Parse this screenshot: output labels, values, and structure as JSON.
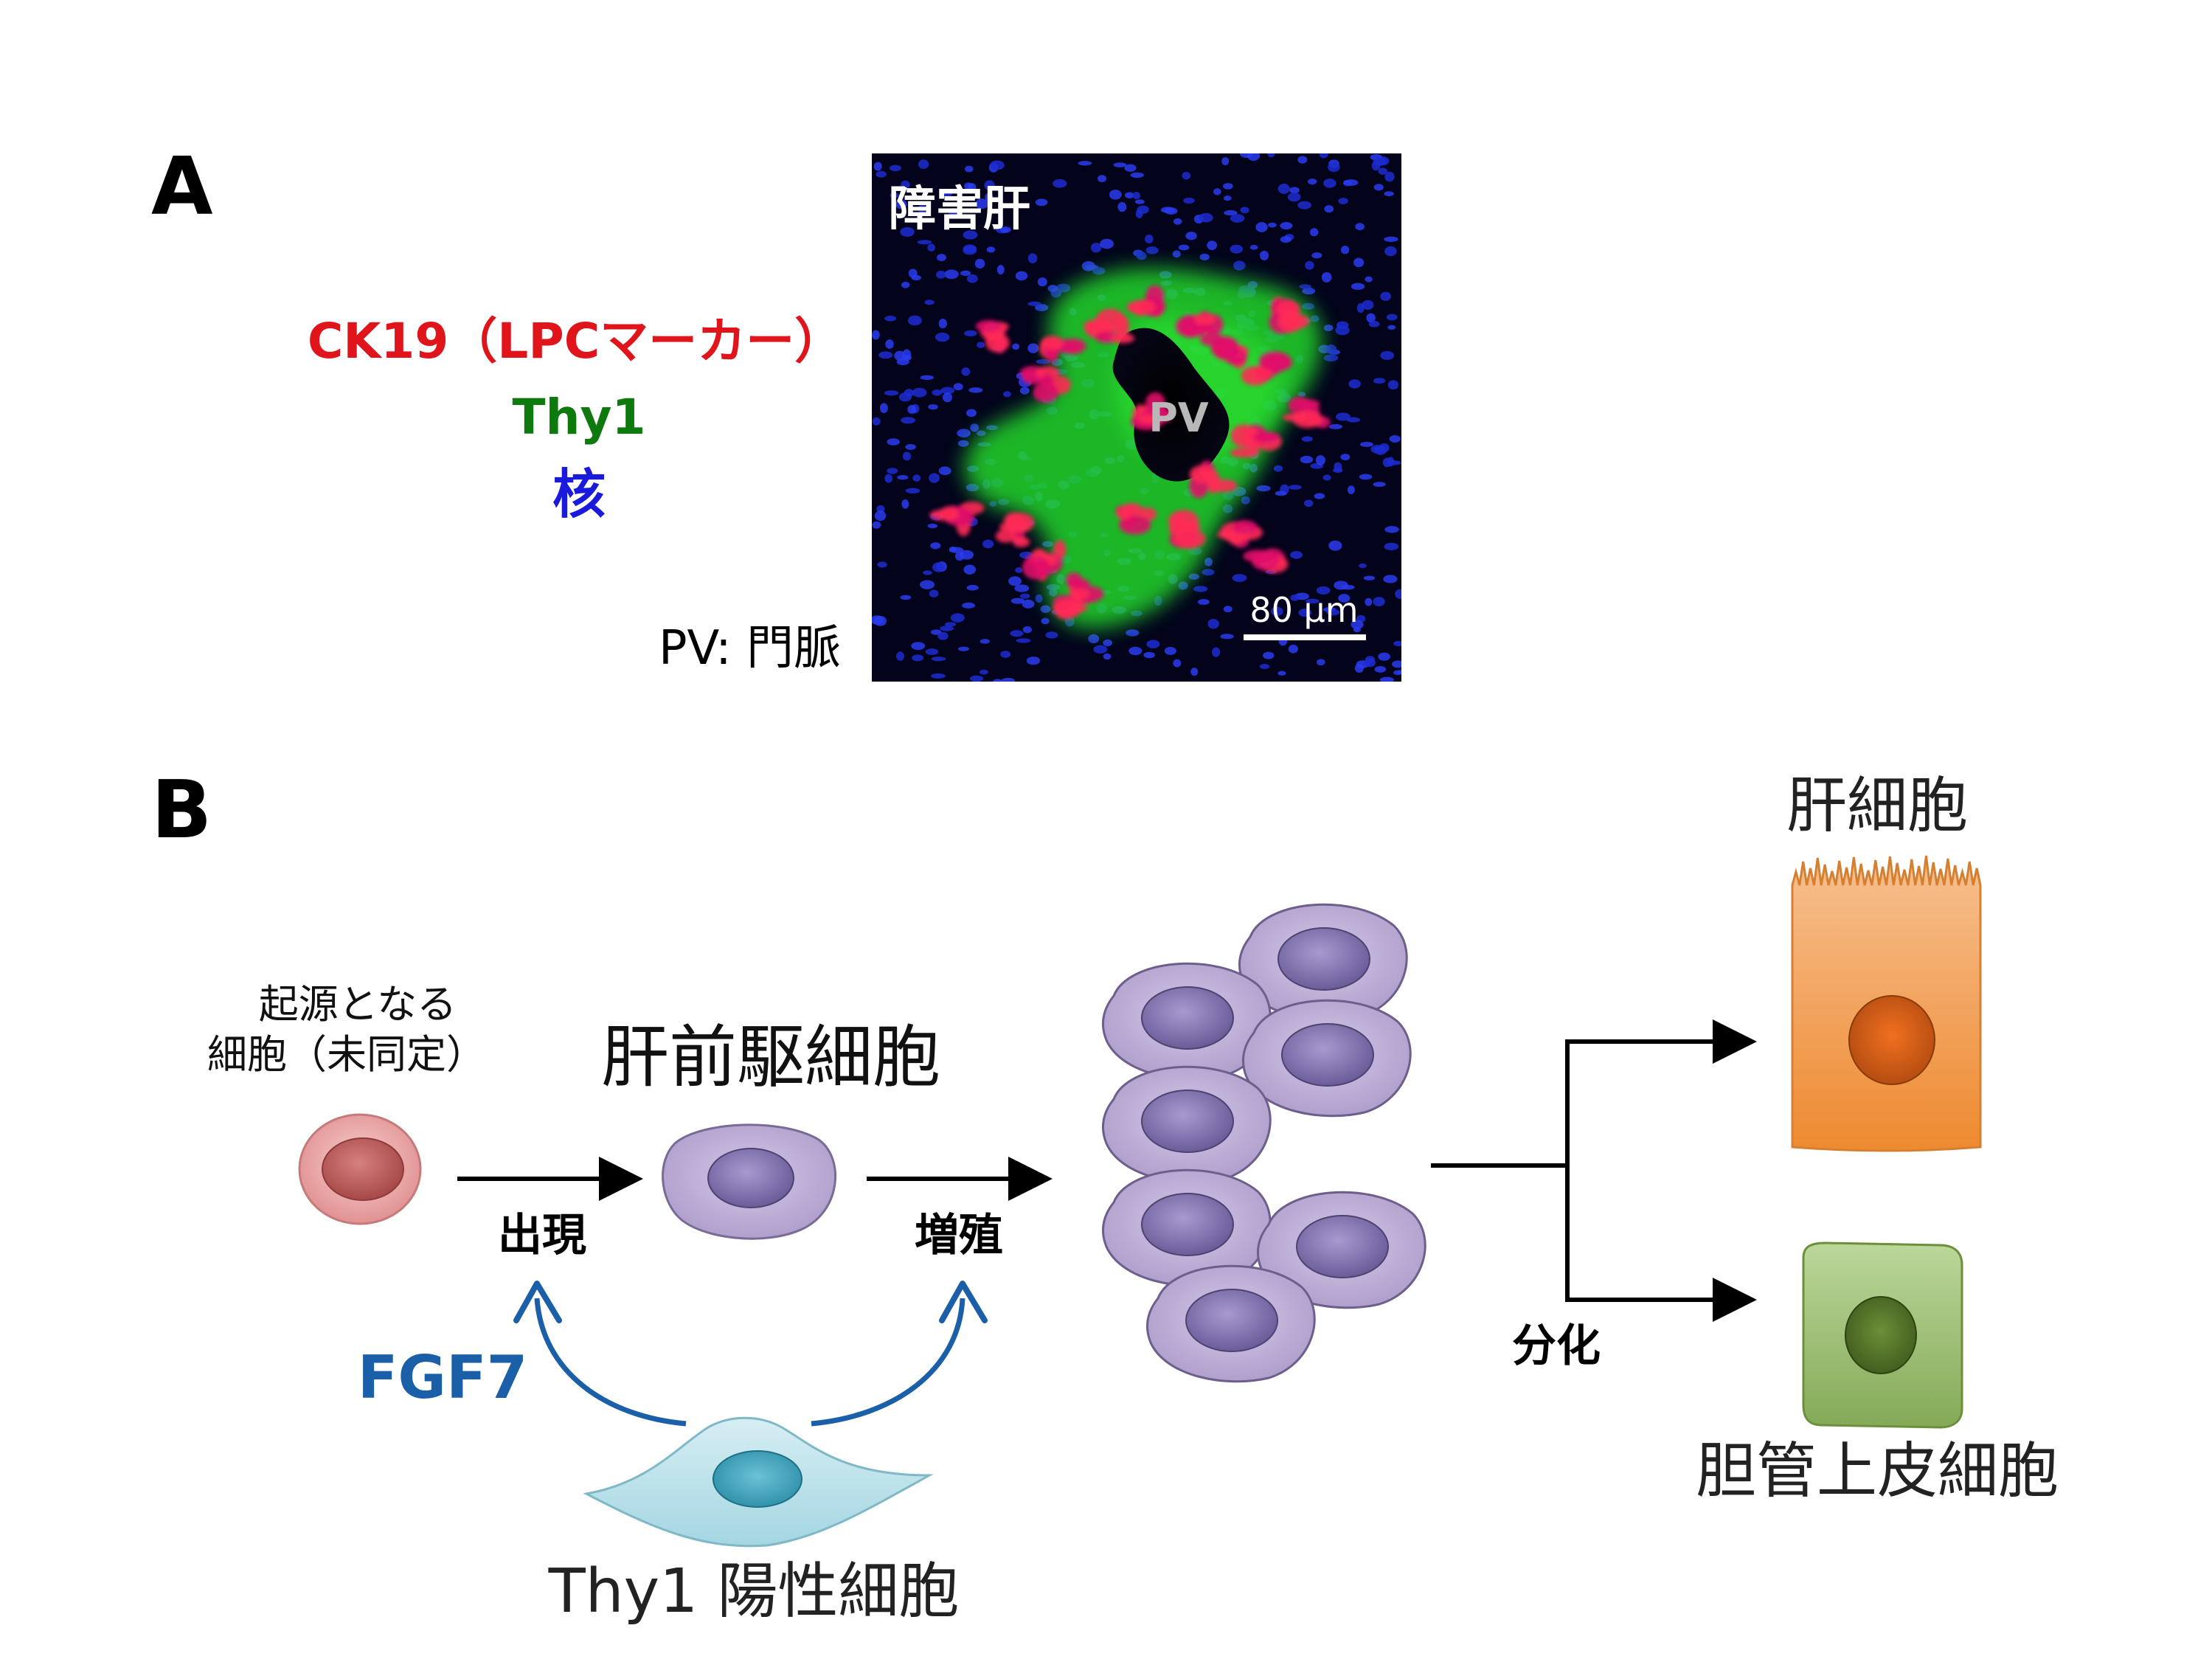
{
  "panel_a": {
    "label": "A",
    "legend": {
      "ck19": "CK19（LPCマーカー）",
      "thy1": "Thy1",
      "nucleus": "核"
    },
    "pv_note": "PV: 門脈",
    "micrograph": {
      "title": "障害肝",
      "pv_label": "PV",
      "scale_bar": "80 µm"
    },
    "colors": {
      "ck19": "#e0141b",
      "thy1": "#0e7a0e",
      "nucleus": "#1a1adc"
    }
  },
  "panel_b": {
    "label": "B",
    "origin_cell_line1": "起源となる",
    "origin_cell_line2": "細胞（未同定）",
    "progenitor_label": "肝前駆細胞",
    "step_emergence": "出現",
    "step_proliferation": "増殖",
    "factor": "FGF7",
    "thy1_cell_label": "Thy1 陽性細胞",
    "differentiation": "分化",
    "hepatocyte_label": "肝細胞",
    "cholangiocyte_label": "胆管上皮細胞",
    "colors": {
      "factor": "#1a5fa8",
      "origin_cell": "#e48a8a",
      "progenitor": "#b6a6cc",
      "thy1_cell": "#a9dce6",
      "hepatocyte": "#f2a05a",
      "cholangiocyte": "#9cc070"
    }
  }
}
